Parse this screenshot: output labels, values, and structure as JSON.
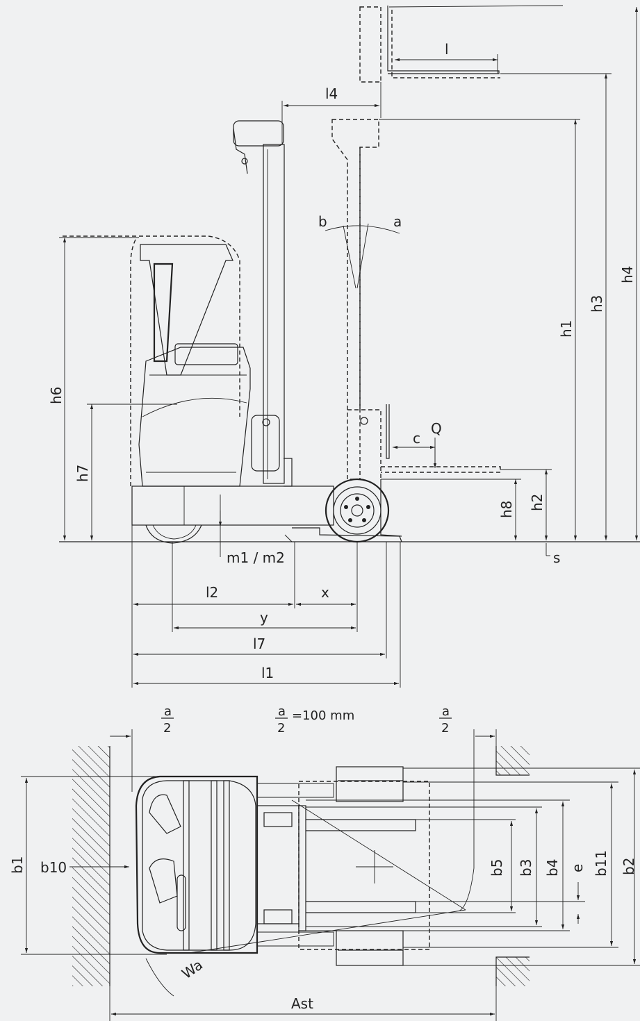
{
  "side_view": {
    "labels": {
      "l": "l",
      "l4": "l4",
      "b": "b",
      "a": "a",
      "h1": "h1",
      "h3": "h3",
      "h4": "h4",
      "h6": "h6",
      "h7": "h7",
      "h8": "h8",
      "h2": "h2",
      "c": "c",
      "Q": "Q",
      "s": "s",
      "m1m2": "m1 / m2",
      "l2": "l2",
      "x": "x",
      "y": "y",
      "l7": "l7",
      "l1": "l1"
    }
  },
  "top_view": {
    "labels": {
      "a_num_left": "a",
      "two_left": "2",
      "a_num_mid": "a",
      "two_mid": "2",
      "eq_mid": "=100  mm",
      "a_num_right": "a",
      "two_right": "2",
      "b1": "b1",
      "b10": "b10",
      "b5": "b5",
      "b3": "b3",
      "b4": "b4",
      "e": "e",
      "b11": "b11",
      "b2": "b2",
      "Wa": "Wa",
      "Ast": "Ast"
    }
  }
}
